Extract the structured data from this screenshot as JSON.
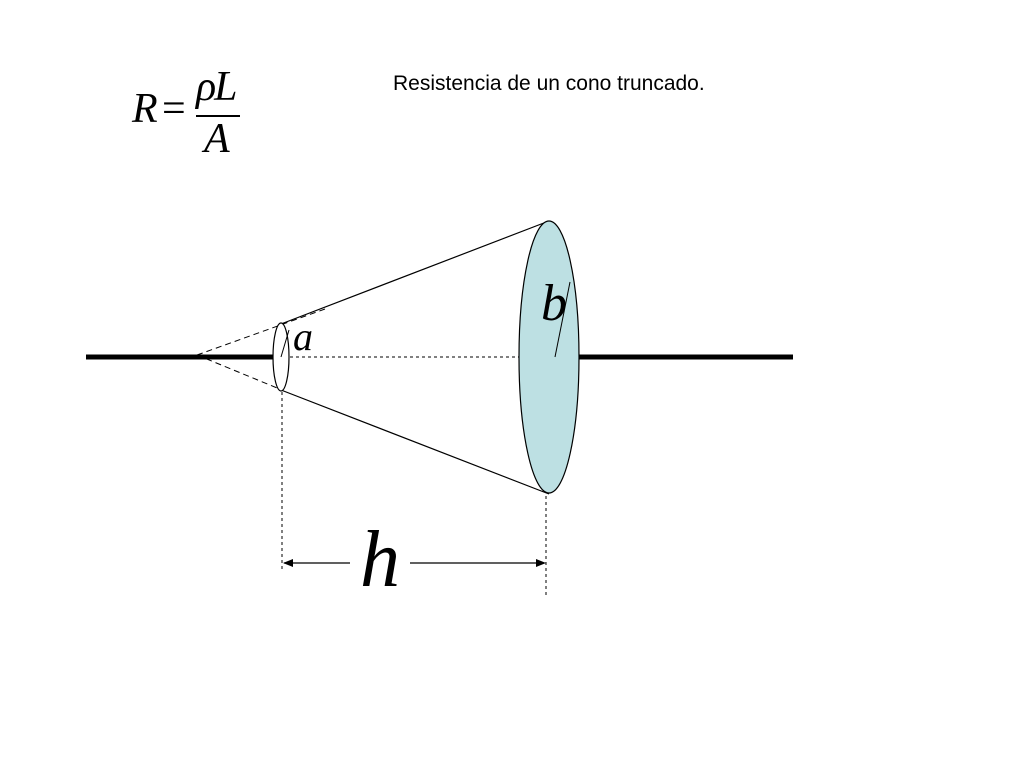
{
  "slide": {
    "title": "Resistencia de un cono truncado."
  },
  "formula": {
    "lhs": "R",
    "equals": "=",
    "numerator": "ρL",
    "denominator": "A"
  },
  "labels": {
    "small_radius": "a",
    "large_radius": "b",
    "height": "h"
  },
  "colors": {
    "ink": "#000000",
    "large_face_fill": "#bde0e3"
  }
}
